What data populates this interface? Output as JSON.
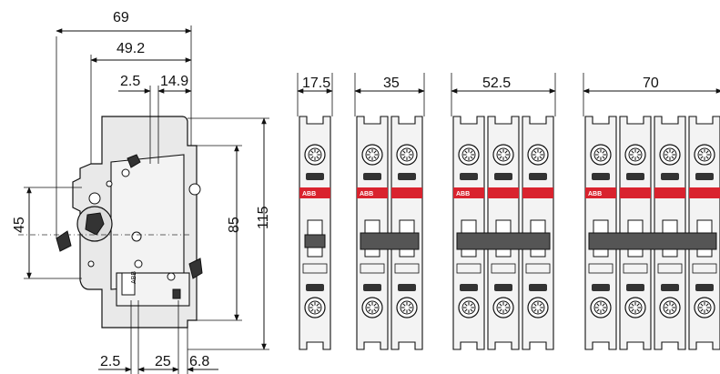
{
  "side_view": {
    "dims": {
      "width_overall": "69",
      "width_mid": "49.2",
      "offset_a": "2.5",
      "offset_b": "14.9",
      "height_left": "45",
      "height_mid": "85",
      "height_overall": "115",
      "bottom_a": "2.5",
      "bottom_b": "25",
      "bottom_c": "6.8"
    }
  },
  "front_views": [
    {
      "poles": 1,
      "width_label": "17.5"
    },
    {
      "poles": 2,
      "width_label": "35"
    },
    {
      "poles": 3,
      "width_label": "52.5"
    },
    {
      "poles": 4,
      "width_label": "70"
    }
  ],
  "brand": "ABB"
}
